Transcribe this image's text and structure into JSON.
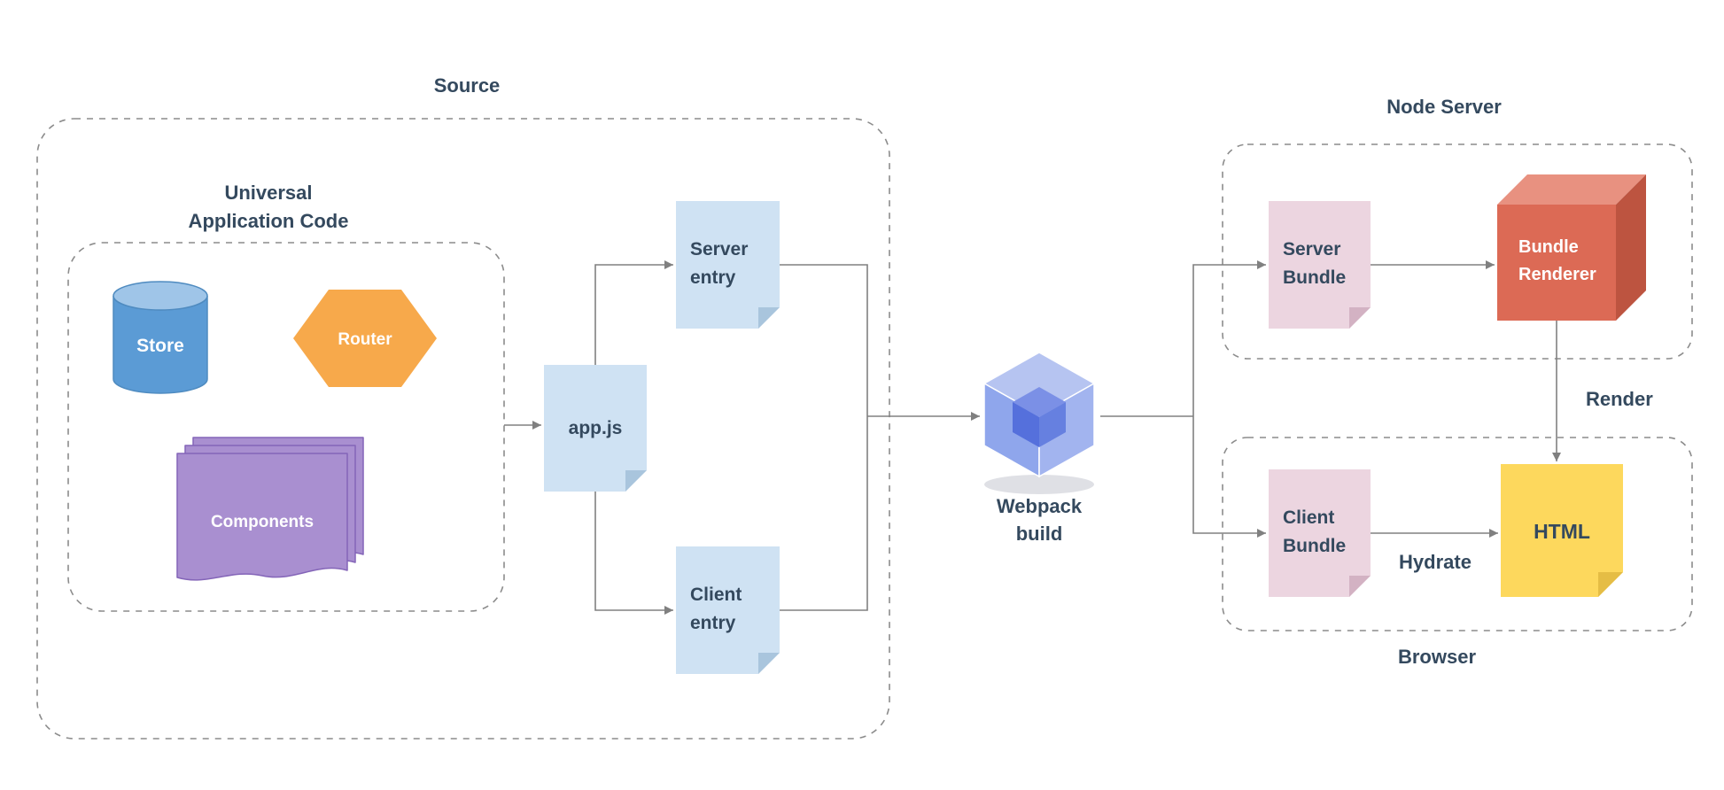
{
  "source": {
    "label": "Source",
    "universal": {
      "line1": "Universal",
      "line2": "Application Code"
    },
    "store_label": "Store",
    "router_label": "Router",
    "components_label": "Components",
    "appjs_label": "app.js",
    "server_entry": {
      "line1": "Server",
      "line2": "entry"
    },
    "client_entry": {
      "line1": "Client",
      "line2": "entry"
    }
  },
  "webpack": {
    "line1": "Webpack",
    "line2": "build"
  },
  "node_server": {
    "label": "Node Server",
    "server_bundle": {
      "line1": "Server",
      "line2": "Bundle"
    },
    "bundle_renderer": {
      "line1": "Bundle",
      "line2": "Renderer"
    },
    "render_label": "Render"
  },
  "browser": {
    "label": "Browser",
    "client_bundle": {
      "line1": "Client",
      "line2": "Bundle"
    },
    "hydrate_label": "Hydrate",
    "html_label": "HTML"
  },
  "colors": {
    "text_dark": "#34495e",
    "dash_border": "#8c8c8c",
    "arrow": "#808080",
    "store_body": "#5b9bd5",
    "store_top": "#9fc5e8",
    "store_stroke": "#4f8bc0",
    "router": "#f7a94b",
    "components": "#a98fd0",
    "components_stroke": "#8465b8",
    "doc_blue": "#cfe2f3",
    "doc_blue_fold": "#a9c5dd",
    "doc_pink": "#ecd5e0",
    "doc_pink_fold": "#d3b2c3",
    "note_yellow": "#fdd85d",
    "note_fold": "#e5bd45",
    "cube_front": "#dc6a55",
    "cube_top": "#e89180",
    "cube_side": "#bd5440",
    "webpack_outer_top": "#b6c4f1",
    "webpack_outer_left": "#8fa6ec",
    "webpack_outer_right": "#a2b4ef",
    "webpack_inner_top": "#7b90e6",
    "webpack_inner_left": "#5570dc",
    "webpack_inner_right": "#6680e0",
    "webpack_shadow": "#c9ccd4"
  }
}
